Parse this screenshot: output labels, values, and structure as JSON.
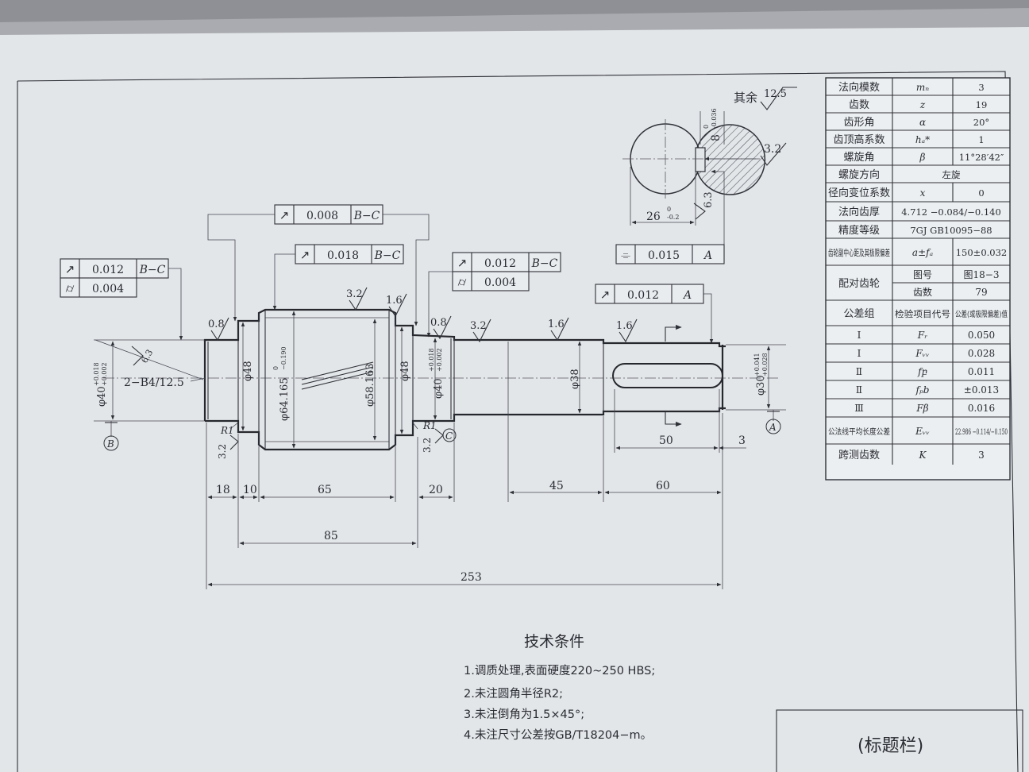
{
  "roughness_default": {
    "label": "其余",
    "value": "12.5"
  },
  "section_view": {
    "keyway_depth": "8",
    "keyway_depth_tol_upper": "0",
    "keyway_depth_tol_lower": "-0.036",
    "keyway_roughness": "3.2",
    "keyway_width_label": "26",
    "keyway_width_tol_upper": "0",
    "keyway_width_tol_lower": "-0.2",
    "side_roughness": "6.3"
  },
  "tolerance_frames": {
    "symmetry_A": {
      "symbol": "⌯",
      "value": "0.015",
      "datum": "A"
    },
    "runout_top": {
      "symbol": "↗",
      "value": "0.008",
      "datum": "B−C"
    },
    "runout_gear": {
      "symbol": "↗",
      "value": "0.018",
      "datum": "B−C"
    },
    "runout_left": {
      "symbol": "↗",
      "value": "0.012",
      "datum": "B−C",
      "cyl_symbol": "⌭",
      "cyl_value": "0.004"
    },
    "runout_right": {
      "symbol": "↗",
      "value": "0.012",
      "datum": "B−C",
      "cyl_symbol": "⌭",
      "cyl_value": "0.004"
    },
    "runout_key": {
      "symbol": "↗",
      "value": "0.012",
      "datum": "A"
    }
  },
  "roughness_marks": [
    "0.8",
    "3.2",
    "1.6",
    "0.8",
    "3.2",
    "1.6",
    "1.6",
    "3.2",
    "3.2",
    "6.3"
  ],
  "diameters": {
    "d_left_bearing": "φ40",
    "d_left_bearing_tol_upper": "+0.018",
    "d_left_bearing_tol_lower": "+0.002",
    "d_shoulder_left": "φ48",
    "d_root": "φ64.165",
    "d_root_tol_upper": "0",
    "d_root_tol_lower": "−0.190",
    "d_pitch": "φ58.163",
    "d_shoulder_right": "φ48",
    "d_right_bearing": "φ40",
    "d_right_bearing_tol_upper": "+0.018",
    "d_right_bearing_tol_lower": "+0.002",
    "d_mid": "φ38",
    "d_end": "φ30",
    "d_end_tol_upper": "+0.041",
    "d_end_tol_lower": "+0.028"
  },
  "center_hole": "2−B4/12.5",
  "radius_labels": [
    "R1",
    "R1"
  ],
  "datum_labels": {
    "b": "B",
    "c": "C",
    "a": "A"
  },
  "lengths": {
    "l18": "18",
    "l10": "10",
    "l65": "65",
    "l20": "20",
    "l45": "45",
    "l60": "60",
    "l85": "85",
    "l253": "253",
    "l50": "50",
    "l3": "3"
  },
  "gear_table": {
    "rows": [
      {
        "name": "法向模数",
        "symbol": "mₙ",
        "value": "3"
      },
      {
        "name": "齿数",
        "symbol": "z",
        "value": "19"
      },
      {
        "name": "齿形角",
        "symbol": "α",
        "value": "20°"
      },
      {
        "name": "齿顶高系数",
        "symbol": "hₐ*",
        "value": "1"
      },
      {
        "name": "螺旋角",
        "symbol": "β",
        "value": "11°28′42″"
      },
      {
        "name": "螺旋方向",
        "symbol": "",
        "value": "左旋"
      },
      {
        "name": "径向变位系数",
        "symbol": "x",
        "value": "0"
      },
      {
        "name": "法向齿厚",
        "symbol": "",
        "value": "4.712 −0.084/−0.140"
      },
      {
        "name": "精度等级",
        "symbol": "",
        "value": "7GJ GB10095−88"
      },
      {
        "name": "齿轮副中心距及其极限偏差",
        "symbol": "a±fₐ",
        "value": "150±0.032"
      }
    ],
    "mating": {
      "name": "配对齿轮",
      "items": [
        {
          "label": "图号",
          "value": "图18−3"
        },
        {
          "label": "齿数",
          "value": "79"
        }
      ]
    },
    "tol_header": {
      "name": "公差组",
      "col2": "检验项目代号",
      "col3": "公差(或极限偏差)值"
    },
    "tol_rows": [
      {
        "group": "Ⅰ",
        "code": "Fᵣ",
        "value": "0.050"
      },
      {
        "group": "Ⅰ",
        "code": "Fᵥᵥ",
        "value": "0.028"
      },
      {
        "group": "Ⅱ",
        "code": "fբ",
        "value": "0.011"
      },
      {
        "group": "Ⅱ",
        "code": "fₚb",
        "value": "±0.013"
      },
      {
        "group": "Ⅲ",
        "code": "Fβ",
        "value": "0.016"
      }
    ],
    "ew": {
      "name": "公法线平均长度公差",
      "symbol": "Eᵥᵥ",
      "value": "22.986 −0.114/−0.150"
    },
    "k": {
      "name": "跨测齿数",
      "symbol": "K",
      "value": "3"
    }
  },
  "tech_conditions": {
    "title": "技术条件",
    "items": [
      "1.调质处理,表面硬度220~250 HBS;",
      "2.未注圆角半径R2;",
      "3.未注倒角为1.5×45°;",
      "4.未注尺寸公差按GB/T18204−m。"
    ]
  },
  "title_block": "(标题栏)"
}
